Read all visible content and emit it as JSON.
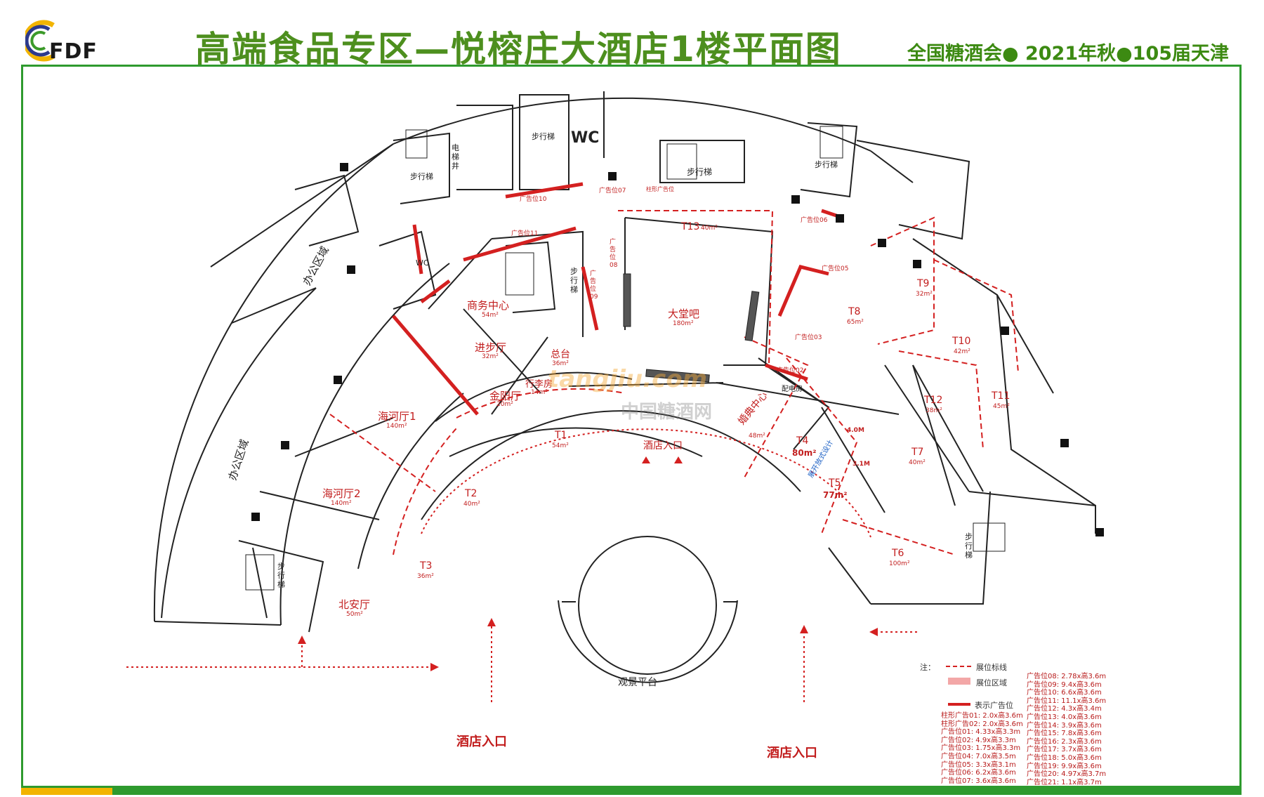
{
  "header": {
    "logo_text": "FDF",
    "title": "高端食品专区—悦榕庄大酒店1楼平面图",
    "event": "全国糖酒会● 2021年秋●105届天津"
  },
  "rooms": {
    "wc_top": "WC",
    "wc_left": "WC",
    "elevator_shaft": "电梯井",
    "stairs_1": "步行梯",
    "stairs_2": "步行梯",
    "stairs_3": "步行梯",
    "stairs_4": "步行梯",
    "stairs_5": "步行梯",
    "stairs_6": "步行梯",
    "stairs_7": "步行梯",
    "office_1": "办公区域",
    "office_2": "办公区域",
    "business_center": "商务中心",
    "business_center_area": "54m²",
    "jinbu_hall": "进步厅",
    "jinbu_area": "32m²",
    "front_desk": "总台",
    "front_desk_area": "36m²",
    "jinyang_hall": "金阳厅",
    "jinyang_area": "20m²",
    "luggage": "行李房",
    "luggage_area": "14m²",
    "lobby_bar": "大堂吧",
    "lobby_bar_area": "180m²",
    "haihe1": "海河厅1",
    "haihe1_area": "140m²",
    "haihe2": "海河厅2",
    "haihe2_area": "140m²",
    "beian": "北安厅",
    "beian_area": "50m²",
    "wedding": "婚典中心",
    "wedding_area": "48m²",
    "power_room": "配电房",
    "viewing_platform": "观景平台"
  },
  "booths": [
    {
      "id": "T1",
      "area": "54m²"
    },
    {
      "id": "T2",
      "area": "40m²"
    },
    {
      "id": "T3",
      "area": "36m²"
    },
    {
      "id": "T4",
      "area": "80m²"
    },
    {
      "id": "T5",
      "area": "77m²"
    },
    {
      "id": "T6",
      "area": "100m²"
    },
    {
      "id": "T7",
      "area": "40m²"
    },
    {
      "id": "T8",
      "area": "65m²"
    },
    {
      "id": "T9",
      "area": "32m²"
    },
    {
      "id": "T10",
      "area": "42m²"
    },
    {
      "id": "T11",
      "area": "45m²"
    },
    {
      "id": "T12",
      "area": "38m²"
    },
    {
      "id": "T13",
      "area": "40m²"
    }
  ],
  "annotations": {
    "open_design": "展开放式设计",
    "dim_1": "4.0M",
    "dim_2": "3.1M",
    "hotel_entrance_center": "酒店入口",
    "hotel_entrance_left": "酒店入口",
    "hotel_entrance_right": "酒店入口",
    "watermark_cn": "中国糖酒网",
    "watermark_en": "tangjiu.com"
  },
  "ad_labels": {
    "ad05": "广告位05",
    "ad06": "广告位06",
    "ad07": "广告位07",
    "ad08": "广告位08",
    "ad09": "广告位09",
    "ad10": "广告位10",
    "ad11": "广告位11",
    "ad02": "广告位02",
    "ad03": "广告位03",
    "pillar_ad": "柱形广告位"
  },
  "legend": {
    "note_label": "注：",
    "booth_line": "展位标线",
    "booth_area": "展位区域",
    "ad_position": "表示广告位",
    "left_items": [
      "柱形广告01:  2.0x高3.6m",
      "柱形广告02:  2.0x高3.6m",
      "广告位01:  4.33x高3.3m",
      "广告位02:  4.9x高3.3m",
      "广告位03:  1.75x高3.3m",
      "广告位04:  7.0x高3.5m",
      "广告位05:  3.3x高3.1m",
      "广告位06:  6.2x高3.6m",
      "广告位07:  3.6x高3.6m"
    ],
    "right_items": [
      "广告位08:  2.78x高3.6m",
      "广告位09:  9.4x高3.6m",
      "广告位10:  6.6x高3.6m",
      "广告位11:  11.1x高3.6m",
      "广告位12:  4.3x高3.4m",
      "广告位13:  4.0x高3.6m",
      "广告位14:  3.9x高3.6m",
      "广告位15:  7.8x高3.6m",
      "广告位16:  2.3x高3.6m",
      "广告位17:  3.7x高3.6m",
      "广告位18:  5.0x高3.6m",
      "广告位19:  9.9x高3.6m",
      "广告位20:  4.97x高3.7m",
      "广告位21:  1.1x高3.7m"
    ]
  },
  "colors": {
    "title_green": "#4d8f1e",
    "frame_green": "#2e9a2e",
    "booth_red": "#d42020",
    "wall": "#222222"
  }
}
